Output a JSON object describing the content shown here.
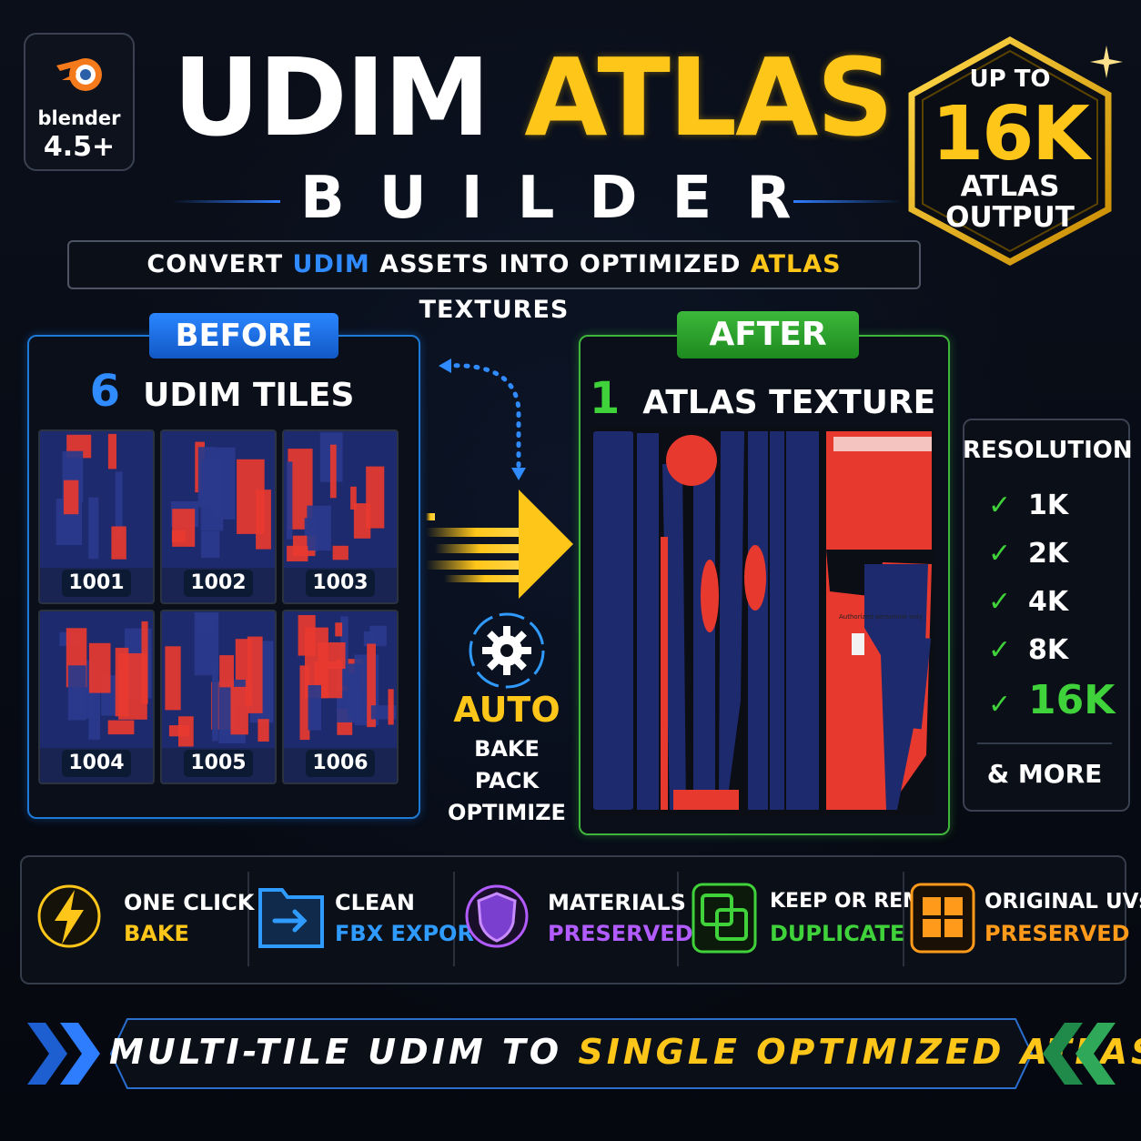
{
  "badge": {
    "brand": "blender",
    "version": "4.5+"
  },
  "title": {
    "word1": "UDIM",
    "word2": "ATLAS",
    "subtitle": "BUILDER"
  },
  "hex_badge": {
    "line1": "UP TO",
    "line2": "16K",
    "line3": "ATLAS",
    "line4": "OUTPUT"
  },
  "tagline": {
    "p1": "CONVERT ",
    "p2": "UDIM",
    "p3": " ASSETS INTO OPTIMIZED ",
    "p4": "ATLAS",
    "p5": " TEXTURES"
  },
  "before": {
    "tag": "BEFORE",
    "count": "6",
    "label": "UDIM TILES",
    "tiles": [
      "1001",
      "1002",
      "1003",
      "1004",
      "1005",
      "1006"
    ]
  },
  "process": {
    "auto": "AUTO",
    "steps": [
      "BAKE",
      "PACK",
      "OPTIMIZE"
    ]
  },
  "after": {
    "tag": "AFTER",
    "count": "1",
    "label": "ATLAS TEXTURE",
    "atlas_text": "Authorized personnel only"
  },
  "resolution": {
    "heading": "RESOLUTION",
    "options": [
      "1K",
      "2K",
      "4K",
      "8K",
      "16K"
    ],
    "more": "& MORE"
  },
  "features": [
    {
      "line1": "ONE CLICK",
      "line2": "BAKE",
      "icon": "lightning-icon",
      "color": "#ffc61a"
    },
    {
      "line1": "CLEAN",
      "line2": "FBX EXPORT",
      "icon": "folder-export-icon",
      "color": "#2f9bff"
    },
    {
      "line1": "MATERIALS",
      "line2": "PRESERVED",
      "icon": "shield-icon",
      "color": "#b25cff"
    },
    {
      "line1": "KEEP OR REMOVE",
      "line2": "DUPLICATE",
      "icon": "duplicate-icon",
      "color": "#3fd23b"
    },
    {
      "line1": "ORIGINAL UVs",
      "line2": "PRESERVED",
      "icon": "grid-icon",
      "color": "#ff9a1a"
    }
  ],
  "banner": {
    "p1": "MULTI-TILE UDIM TO ",
    "p2": "SINGLE OPTIMIZED ATLAS"
  },
  "colors": {
    "accent_yellow": "#ffc61a",
    "accent_blue": "#2f8bff",
    "accent_green": "#3fd23b",
    "uv_navy": "#1e2a6e",
    "uv_red": "#e8392f"
  }
}
